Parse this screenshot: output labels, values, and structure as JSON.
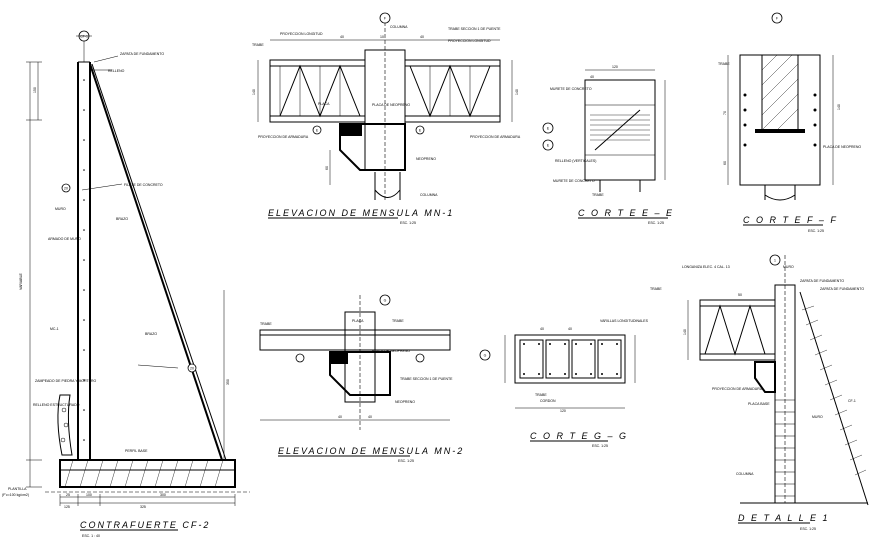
{
  "drawing": {
    "titles": {
      "contrafuerte": "CONTRAFUERTE  CF-2",
      "mensula1": "ELEVACION  DE  MENSULA  MN-1",
      "mensula2": "ELEVACION  DE  MENSULA  MN-2",
      "corte_ee": "C O R T E    E – E",
      "corte_ff": "C O R T E    F – F",
      "corte_gg": "C O R T E    G – G",
      "detalle": "D E T A L L E   1"
    },
    "scales": {
      "contrafuerte": "ESC. 1 : 40",
      "mensula1": "ESC. 1:25",
      "mensula2": "ESC. 1:25",
      "corte_ee": "ESC. 1:25",
      "corte_ff": "ESC. 1:25",
      "corte_gg": "ESC. 1:25",
      "detalle": "ESC. 1:25"
    },
    "bubbles": {
      "cf_top": "CF-1",
      "cf_a": "20",
      "cf_b": "20",
      "m1_top": "F",
      "m1_left": "E",
      "m1_right": "E",
      "m2_top": "G",
      "ee_a": "E",
      "ee_b": "E",
      "gg_left": "G",
      "ff_top": "F",
      "det_top": "1"
    },
    "labels": {
      "cf_zapata": "ZAPATA DE FUNDAMENTO",
      "cf_relleno": "RELLENO",
      "cf_var": "VARIABLE",
      "cf_muro": "MURO",
      "cf_muro_num": "MC-1",
      "cf_armado": "ARMADO DE MURO",
      "cf_brazo": "BRAZO",
      "cf_filete": "FILETE DE CONCRETO",
      "cf_zampeado": "ZAMPEADO DE PIEDRA Y MORTERO",
      "cf_relleno_est": "RELLENO ESTRUCTURADO",
      "cf_perfil": "PERFIL BASE",
      "cf_plantilla": "PLANTILLA",
      "cf_fc": "(F'c=100 kg/cm2)",
      "m1_trabe": "TRABE",
      "m1_proy": "PROYECCION LONGITUD",
      "m1_colum": "COLUMNA",
      "m1_trabe_sec": "TRABE SECCION 1 DE PUENTE",
      "m1_placa": "PLACA",
      "m1_placa_nom": "PLACA DE NEOPRENO",
      "m1_armadura": "PROYECCION DE ARMADURA",
      "m1_neopreno": "NEOPRENO",
      "ee_muro": "MURETE DE CONCRETO",
      "ee_trabe": "TRABE",
      "ee_rellv": "RELLENO (VERTICALES)",
      "ff_placa": "PLACA DE NEOPRENO",
      "ff_trabe": "TRABE",
      "gg_trabe": "TRABE",
      "gg_varillas": "VARILLAS LONGITUDINALES",
      "gg_cordon": "CORDON",
      "det_zapata": "ZAPATA DE FUNDAMENTO",
      "det_muro": "MURO",
      "det_cf": "CF-1",
      "det_columna": "COLUMNA",
      "det_placa": "PLACA BASE",
      "det_armadura": "PROYECCION DE ARMADURA",
      "det_trabe": "TRABE",
      "det_longaniza": "LONGANIZA ELEC. 4 CAL. 13"
    },
    "dims": {
      "cf_150": "150",
      "cf_350": "350",
      "cf_25": "25",
      "cf_100": "100",
      "cf_125": "125",
      "cf_300": "300",
      "cf_325": "325",
      "m1_40": "40",
      "m1_10": "10",
      "m1_140": "140",
      "m1_60": "60",
      "ee_120": "120",
      "ee_40": "40",
      "ff_70": "70",
      "ff_140": "140",
      "ff_60": "60",
      "gg_120": "120",
      "gg_40": "40",
      "det_140": "140",
      "det_50": "50"
    }
  }
}
